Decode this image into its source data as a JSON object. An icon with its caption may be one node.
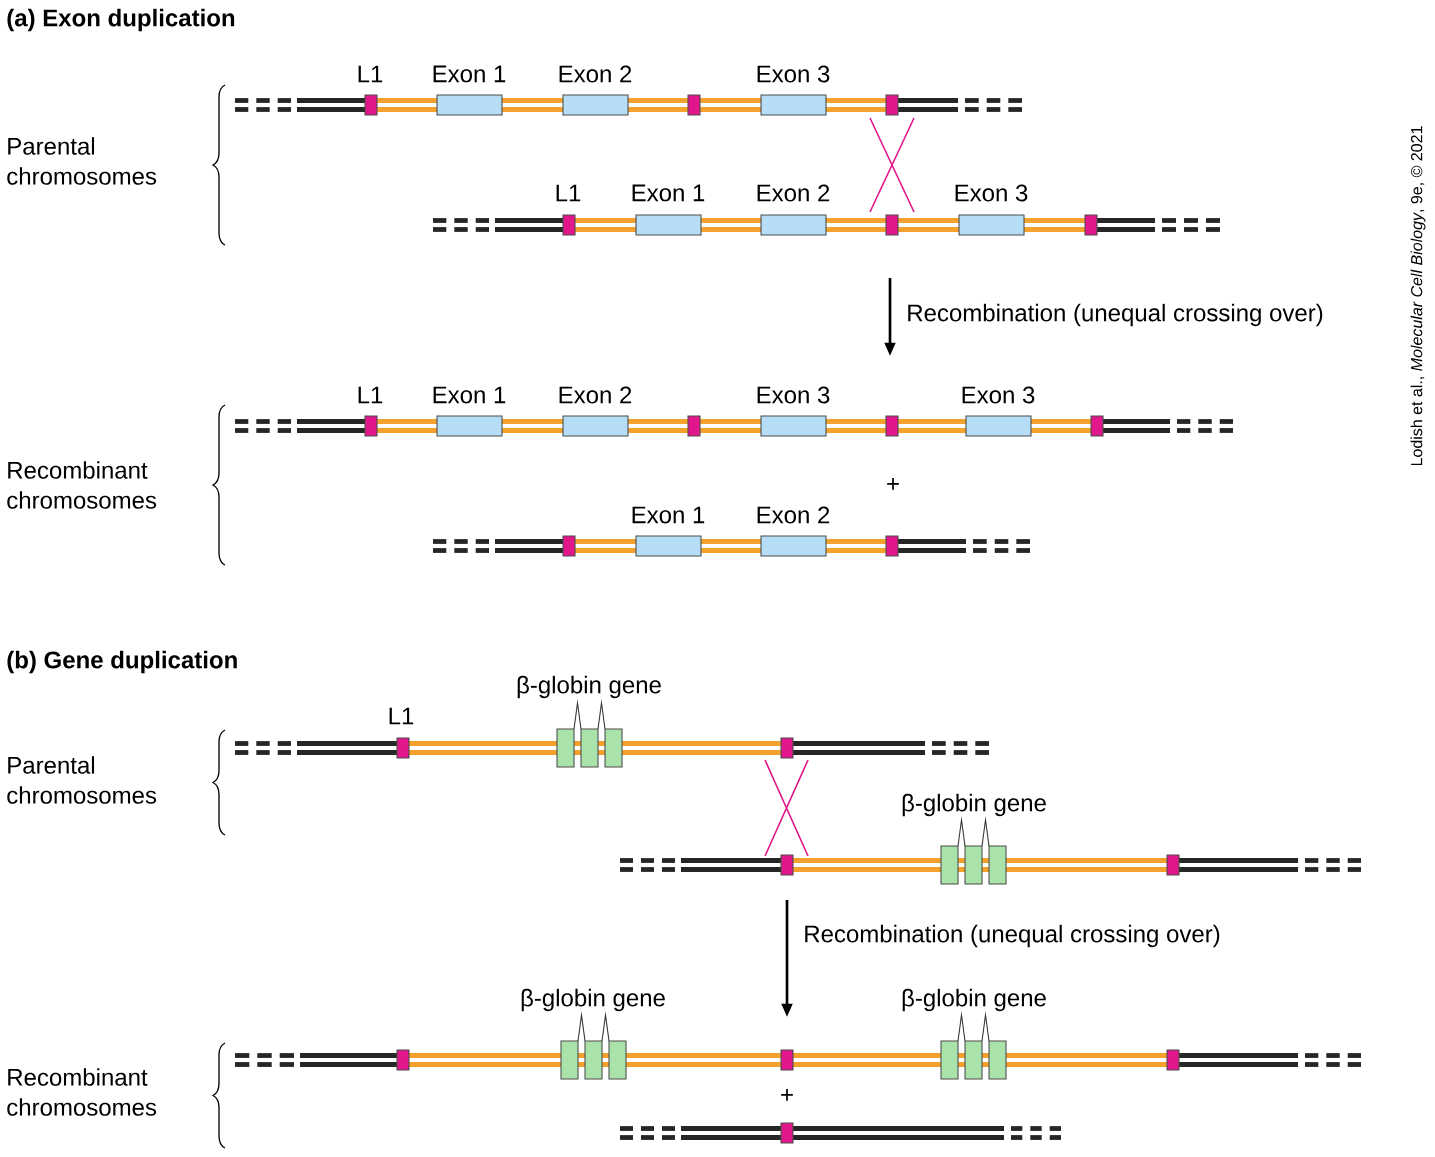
{
  "diagram": {
    "labels": [
      "(a) Exon duplication",
      "L1",
      "Exon 1",
      "Exon 2",
      "Exon 3",
      "Parental chromosomes",
      "L1",
      "Exon 1",
      "Exon 2",
      "Exon 3",
      "Recombination (unequal crossing over)",
      "L1",
      "Exon 1",
      "Exon 2",
      "Exon 3",
      "Exon 3",
      "Recombinant chromosomes",
      "+",
      "Exon 1",
      "Exon 2",
      "(b) Gene duplication",
      "β-globin gene",
      "L1",
      "Parental chromosomes",
      "β-globin gene",
      "Recombination (unequal crossing over)",
      "β-globin gene",
      "β-globin gene",
      "Recombinant chromosomes",
      "+",
      "Lodish et al., *Molecular Cell Biology*, 9e, © 2021"
    ]
  }
}
